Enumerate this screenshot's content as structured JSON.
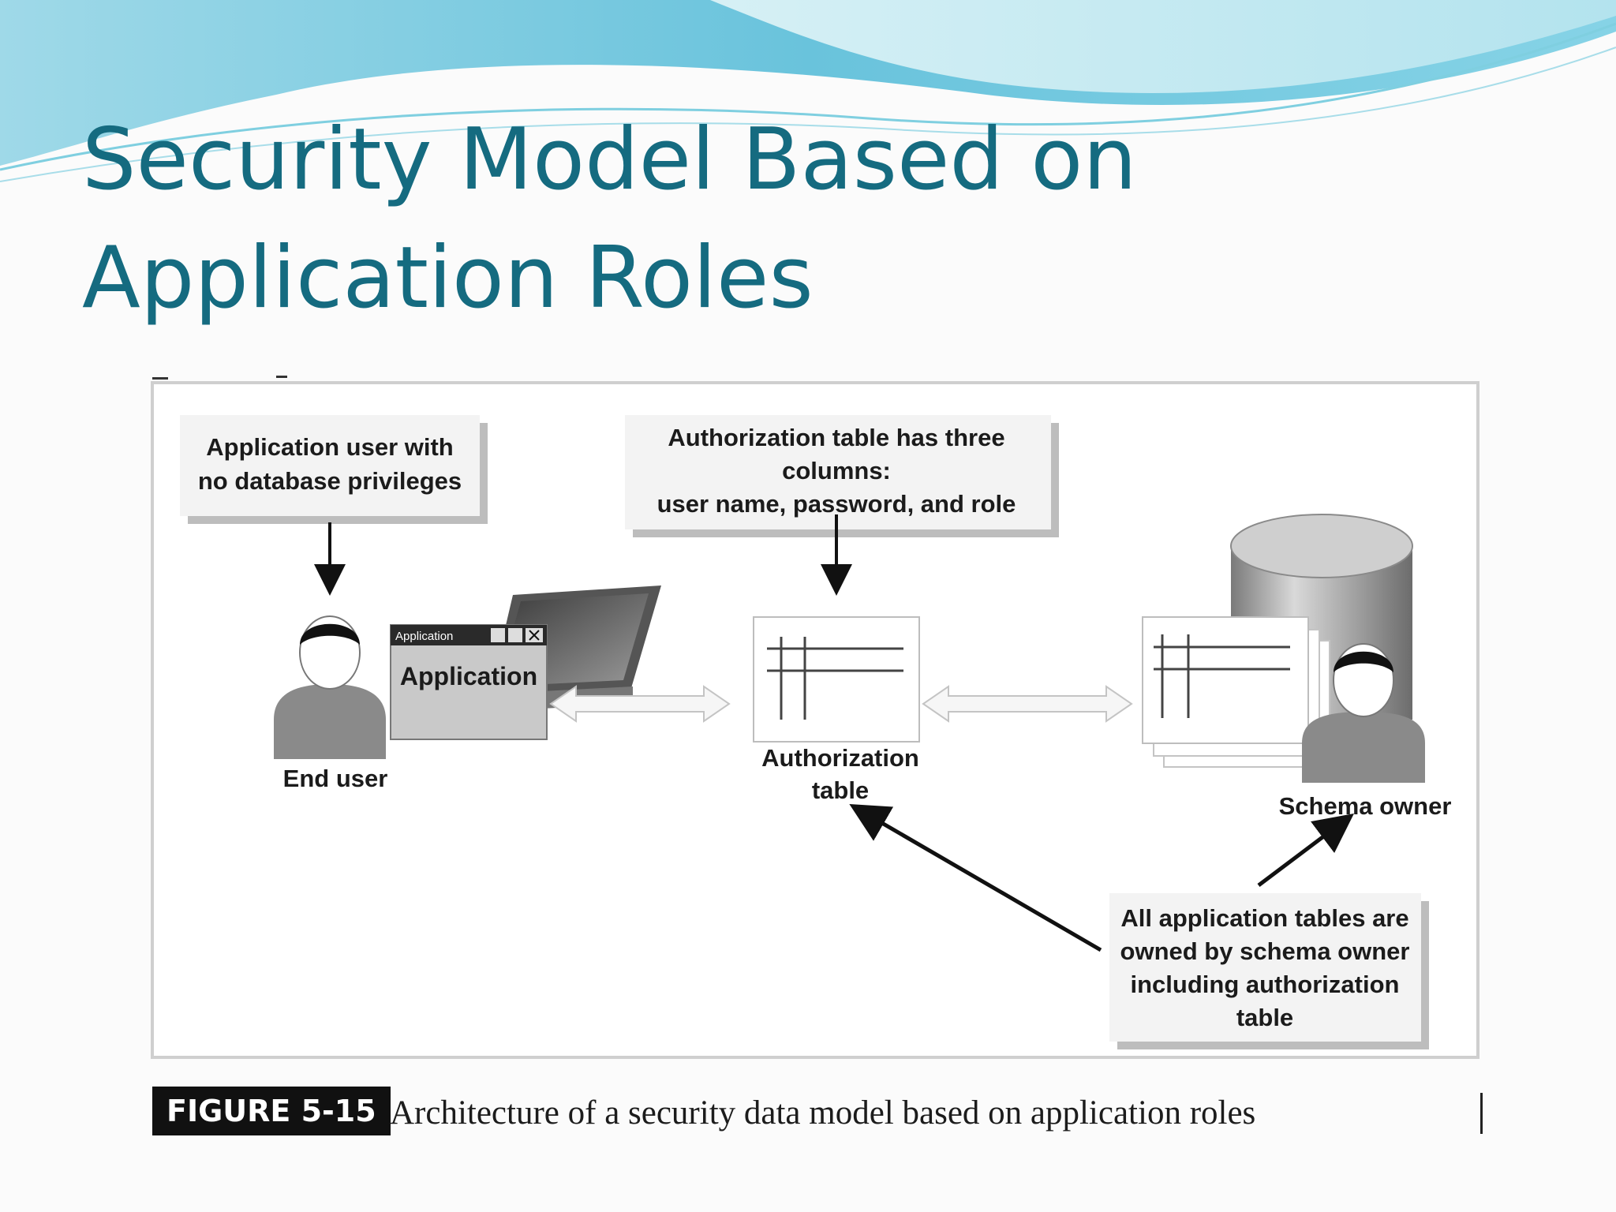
{
  "slide": {
    "title_line1": "Security Model Based on",
    "title_line2": "Application Roles"
  },
  "figure": {
    "callout_user_line1": "Application user with",
    "callout_user_line2": "no database privileges",
    "callout_auth_line1": "Authorization table has three",
    "callout_auth_line2": "columns:",
    "callout_auth_line3": "user name, password, and role",
    "window_titlebar": "Application",
    "window_label": "Application",
    "end_user_label": "End  user",
    "auth_table_label_line1": "Authorization",
    "auth_table_label_line2": "table",
    "schema_owner_label": "Schema owner",
    "callout_owner_line1": "All application tables are",
    "callout_owner_line2": "owned by schema owner",
    "callout_owner_line3": "including authorization",
    "callout_owner_line4": "table"
  },
  "caption": {
    "tag": "FIGURE 5-15",
    "text": "Architecture of a security data model based on application roles"
  },
  "colors": {
    "title": "#156b80",
    "wave_light": "#b9e6ee",
    "wave_dark": "#5fc1d8"
  }
}
